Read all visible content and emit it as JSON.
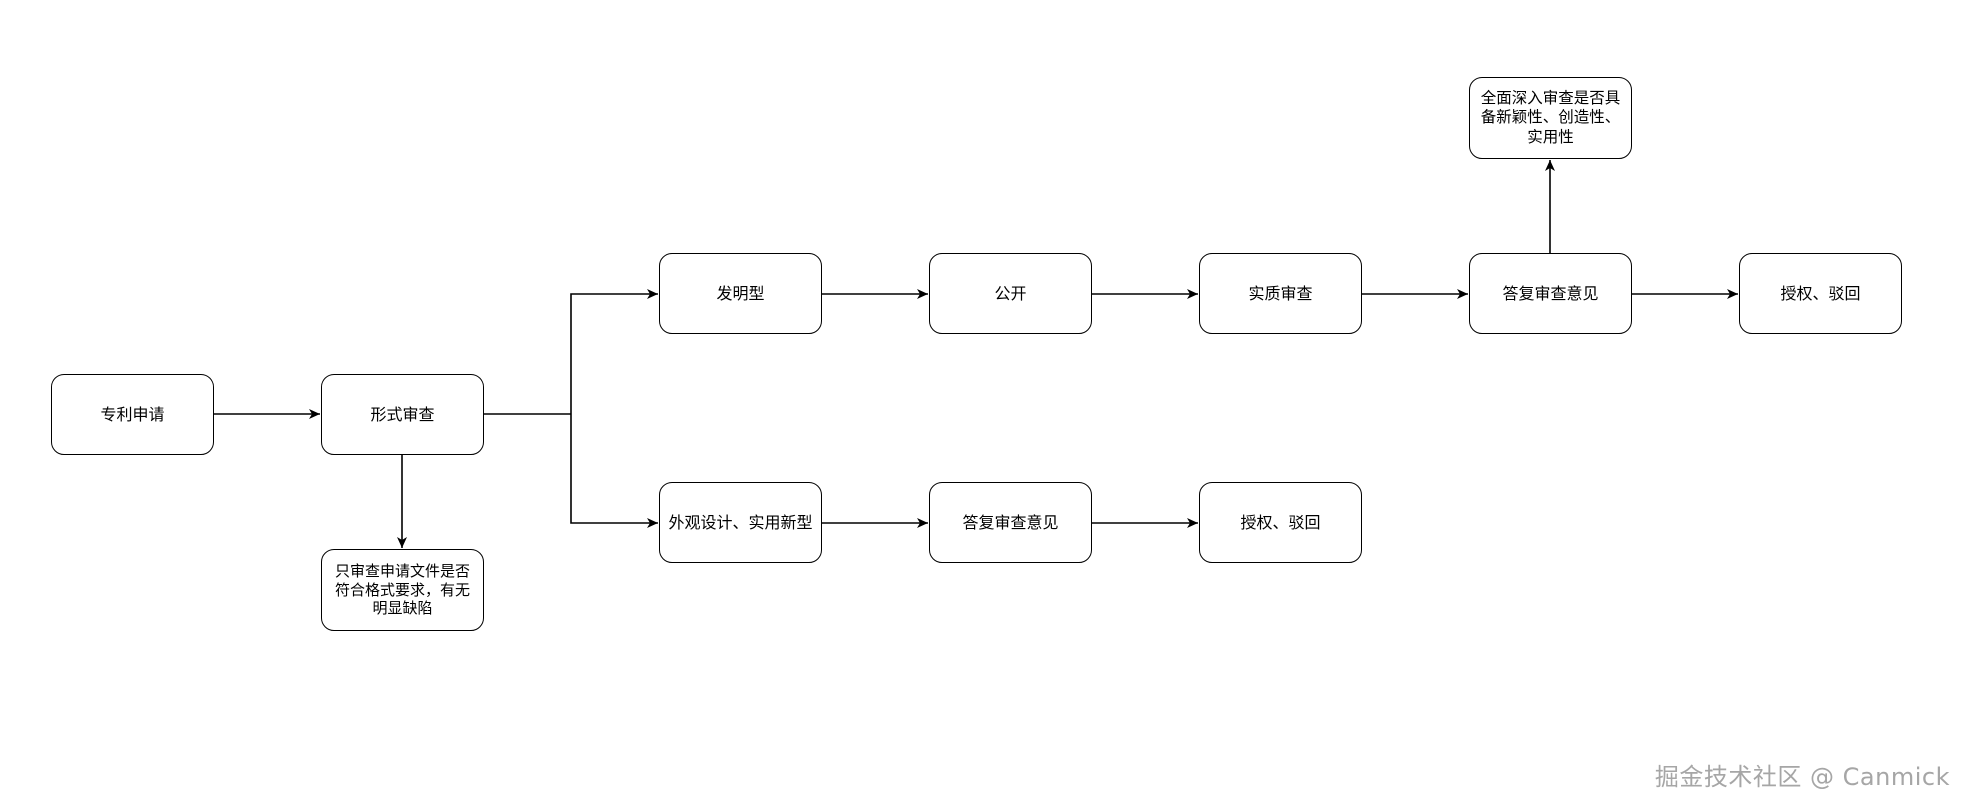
{
  "nodes": {
    "apply": "专利申请",
    "formal_review": "形式审查",
    "formal_note": "只审查申请文件是否\n符合格式要求，有无\n明显缺陷",
    "invention": "发明型",
    "publish": "公开",
    "substantive": "实质审查",
    "reply_top": "答复审查意见",
    "deep_note": "全面深入审查是否具\n备新颖性、创造性、\n实用性",
    "grant_top": "授权、驳回",
    "design_utility": "外观设计、实用新型",
    "reply_bottom": "答复审查意见",
    "grant_bottom": "授权、驳回"
  },
  "watermark": "掘金技术社区 @ Canmick"
}
